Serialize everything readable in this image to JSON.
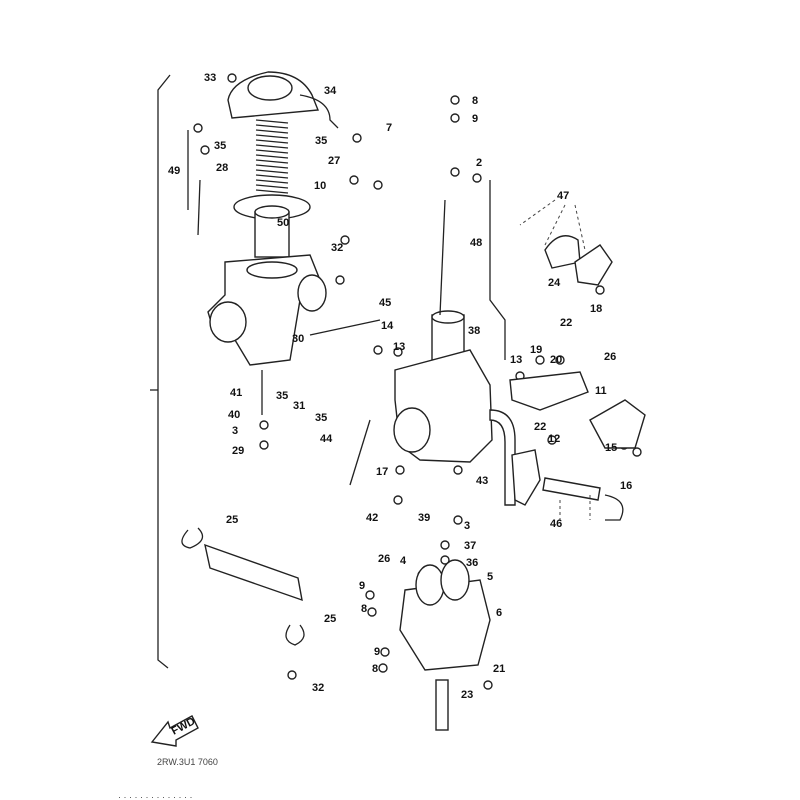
{
  "diagram": {
    "part_labels": [
      "33",
      "34",
      "35",
      "28",
      "49",
      "35",
      "7",
      "27",
      "10",
      "8",
      "9",
      "2",
      "47",
      "48",
      "50",
      "32",
      "45",
      "24",
      "18",
      "22",
      "14",
      "38",
      "30",
      "13",
      "13",
      "19",
      "20",
      "26",
      "41",
      "35",
      "31",
      "35",
      "11",
      "40",
      "3",
      "44",
      "22",
      "12",
      "29",
      "15",
      "16",
      "17",
      "43",
      "42",
      "39",
      "3",
      "46",
      "25",
      "37",
      "26",
      "4",
      "36",
      "5",
      "9",
      "8",
      "6",
      "25",
      "9",
      "8",
      "21",
      "23",
      "32"
    ],
    "fwd_label": "FWD",
    "drawing_code": "2RW.3U1 7060",
    "footer_text": "· · · · ·  · ·  · ·  · · ·  · ·"
  }
}
